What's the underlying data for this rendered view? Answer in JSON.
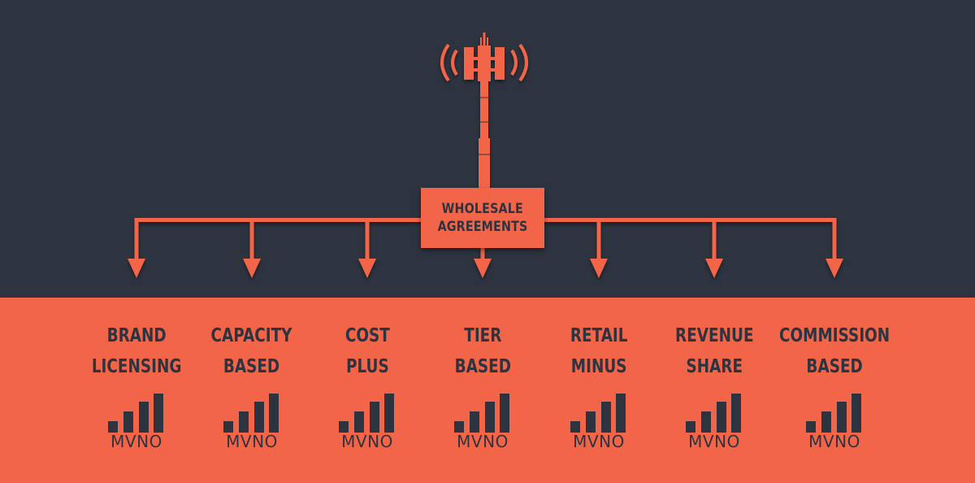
{
  "center": {
    "line1": "WHOLESALE",
    "line2": "AGREEMENTS"
  },
  "models": [
    {
      "line1": "BRAND",
      "line2": "LICENSING",
      "badge": "MVNO"
    },
    {
      "line1": "CAPACITY",
      "line2": "BASED",
      "badge": "MVNO"
    },
    {
      "line1": "COST",
      "line2": "PLUS",
      "badge": "MVNO"
    },
    {
      "line1": "TIER",
      "line2": "BASED",
      "badge": "MVNO"
    },
    {
      "line1": "RETAIL",
      "line2": "MINUS",
      "badge": "MVNO"
    },
    {
      "line1": "REVENUE",
      "line2": "SHARE",
      "badge": "MVNO"
    },
    {
      "line1": "COMMISSION",
      "line2": "BASED",
      "badge": "MVNO"
    }
  ],
  "icons": {
    "tower": "cell-tower-icon",
    "signal": "signal-bars-icon"
  },
  "colors": {
    "background": "#2d3440",
    "accent": "#f26549"
  }
}
